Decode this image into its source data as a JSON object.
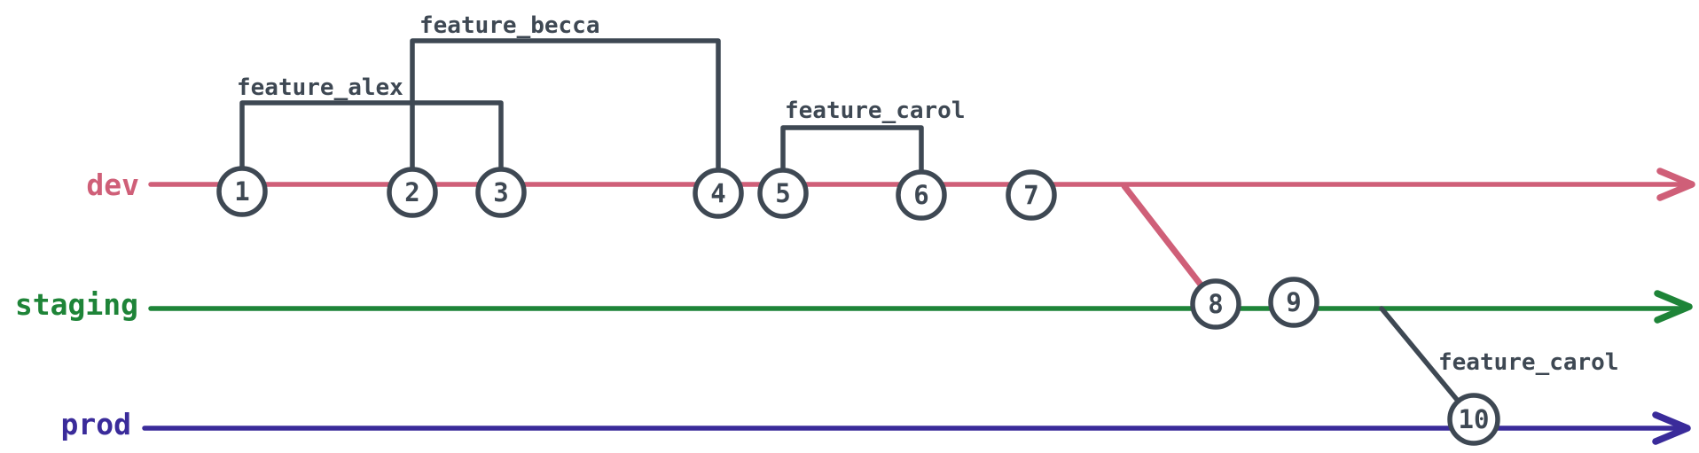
{
  "branches": [
    {
      "name": "dev",
      "color": "#cf5f78",
      "commits": [
        {
          "label": "1"
        },
        {
          "label": "2"
        },
        {
          "label": "3"
        },
        {
          "label": "4"
        },
        {
          "label": "5"
        },
        {
          "label": "6"
        },
        {
          "label": "7"
        }
      ]
    },
    {
      "name": "staging",
      "color": "#1e8438",
      "commits": [
        {
          "label": "8"
        },
        {
          "label": "9"
        }
      ]
    },
    {
      "name": "prod",
      "color": "#3a2b9a",
      "commits": [
        {
          "label": "10"
        }
      ]
    }
  ],
  "feature_labels": [
    {
      "label": "feature_alex"
    },
    {
      "label": "feature_becca"
    },
    {
      "label": "feature_carol"
    },
    {
      "label": "feature_carol"
    }
  ],
  "colors": {
    "ink": "#3e4853",
    "background": "#ffffff"
  }
}
